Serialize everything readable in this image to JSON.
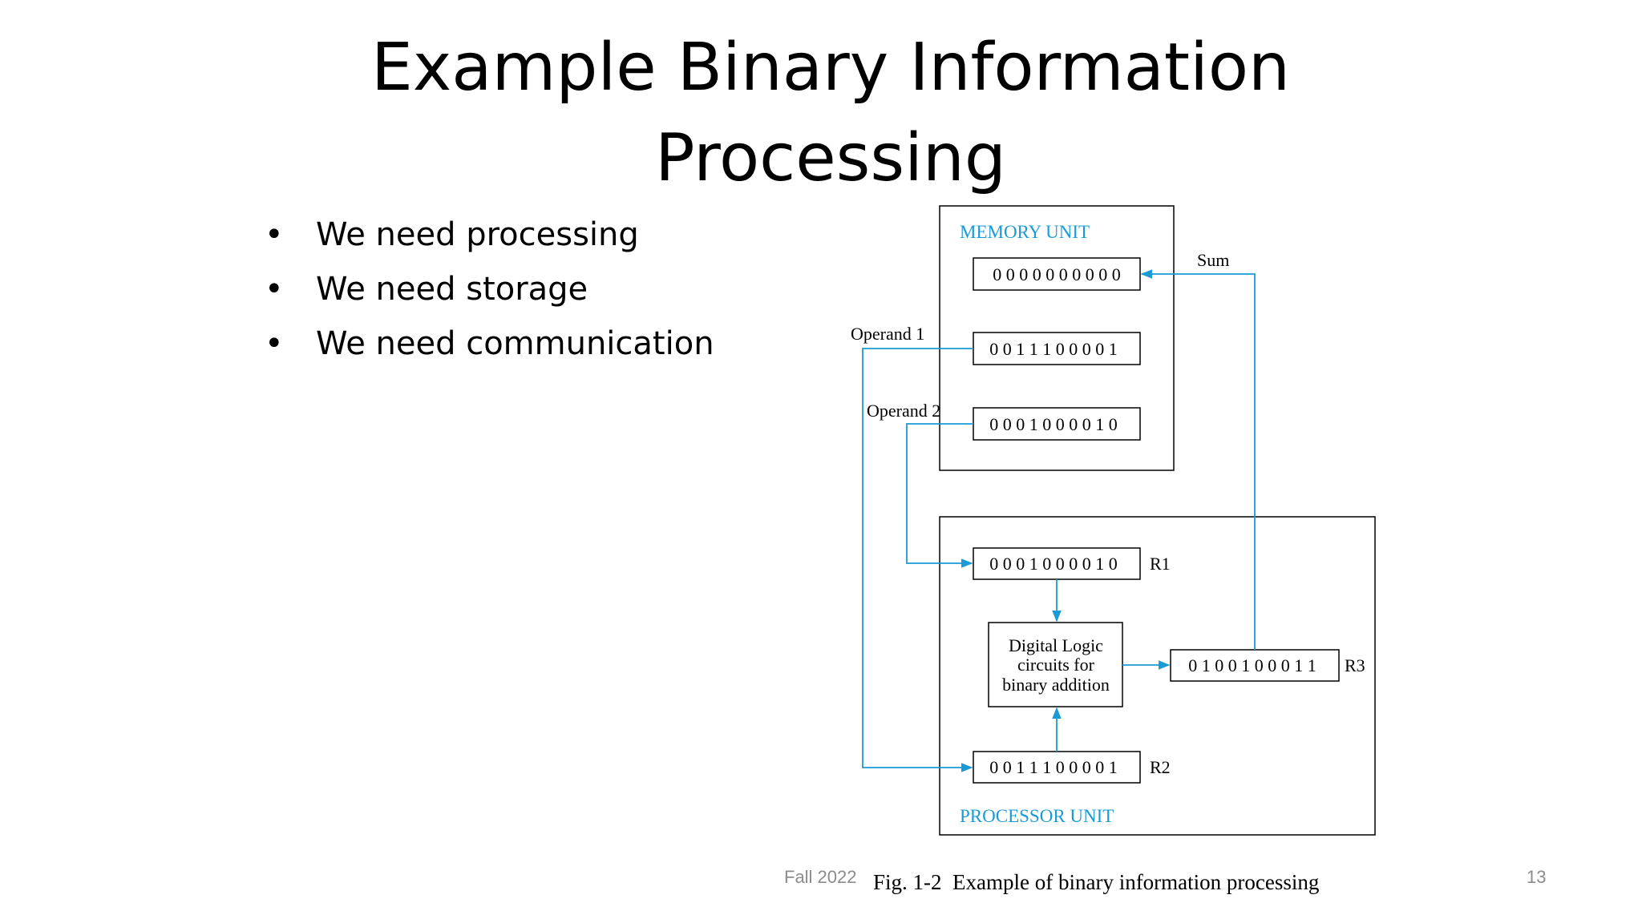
{
  "slide": {
    "title_line1": "Example Binary Information",
    "title_line2": "Processing",
    "bullets": [
      "We need processing",
      "We need storage",
      "We need communication"
    ],
    "footer_left": "Fall 2022",
    "page_number": "13"
  },
  "figure": {
    "caption": "Fig. 1-2  Example of binary information processing",
    "memory_unit_label": "MEMORY UNIT",
    "processor_unit_label": "PROCESSOR UNIT",
    "memory_words": [
      "0 0 0 0 0 0 0 0 0 0",
      "0 0 1 1 1 0 0 0 0 1",
      "0 0 0 1 0 0 0 0 1 0"
    ],
    "operand1_label": "Operand 1",
    "operand2_label": "Operand 2",
    "sum_label": "Sum",
    "r1_value": "0 0 0 1 0 0 0 0 1 0",
    "r1_label": "R1",
    "r2_value": "0 0 1 1 1 0 0 0 0 1",
    "r2_label": "R2",
    "r3_value": "0 1 0 0 1 0 0 0 1 1",
    "r3_label": "R3",
    "logic_lines": [
      "Digital Logic",
      "circuits for",
      "binary addition"
    ]
  },
  "colors": {
    "accent": "#1b9ad6",
    "text": "#000000",
    "footer": "#8c8c8c"
  }
}
